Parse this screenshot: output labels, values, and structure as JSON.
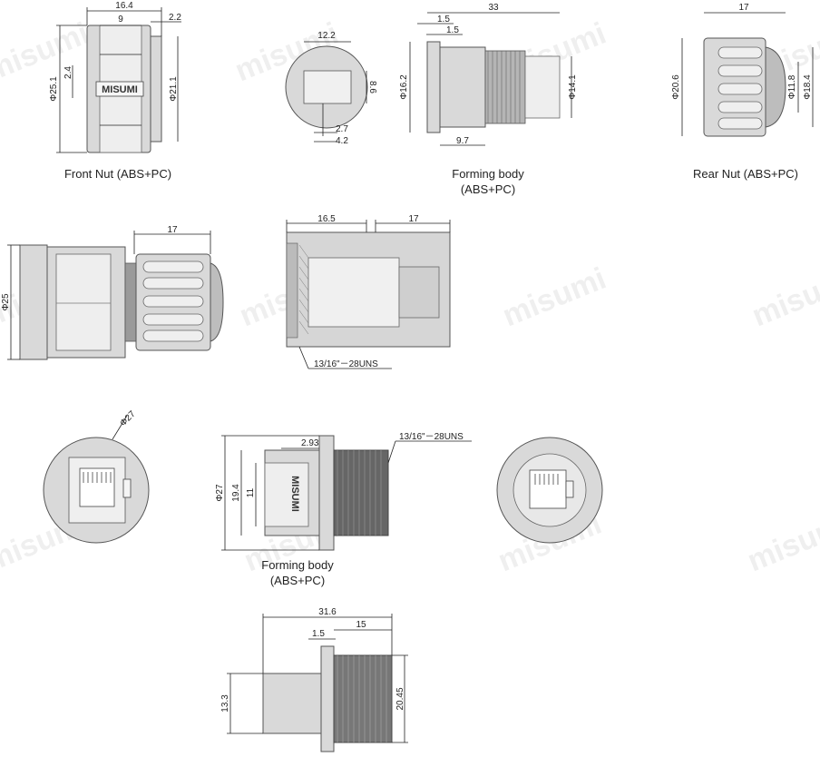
{
  "watermark": "misumi",
  "captions": {
    "front_nut": "Front Nut (ABS+PC)",
    "forming_body_top_1": "Forming body",
    "forming_body_top_2": "(ABS+PC)",
    "rear_nut": "Rear Nut (ABS+PC)",
    "forming_body_mid_1": "Forming body",
    "forming_body_mid_2": "(ABS+PC)"
  },
  "front_nut": {
    "d_width": "16.4",
    "d_inner": "9",
    "d_flange": "2.2",
    "d_outer": "Φ25.1",
    "d_inner_dia": "Φ21.1",
    "d_small": "2.4",
    "logo": "MISUMI"
  },
  "forming_end": {
    "d_width": "12.2",
    "d_height": "8.6",
    "d_a": "2.7",
    "d_b": "4.2"
  },
  "forming_side": {
    "d_len": "33",
    "d_a": "1.5",
    "d_b": "1.5",
    "d_outer": "Φ16.2",
    "d_thread": "Φ14.1",
    "d_c": "9.7"
  },
  "rear_nut": {
    "d_len": "17",
    "d_outer": "Φ20.6",
    "d_in1": "Φ11.8",
    "d_in2": "Φ18.4"
  },
  "assembly": {
    "d_len": "17",
    "d_dia": "Φ25"
  },
  "section": {
    "d_a": "16.5",
    "d_b": "17",
    "thread": "13/16\"－28UNS"
  },
  "front_view": {
    "d_dia": "Φ27"
  },
  "body_side": {
    "d_a": "2.93",
    "d_thread": "13/16\"－28UNS",
    "d_outer": "Φ27",
    "d_b": "19.4",
    "d_c": "11",
    "logo": "MISUMI"
  },
  "bottom_side": {
    "d_total": "31.6",
    "d_a": "1.5",
    "d_b": "15",
    "d_h": "13.3",
    "d_thread": "20.45"
  }
}
